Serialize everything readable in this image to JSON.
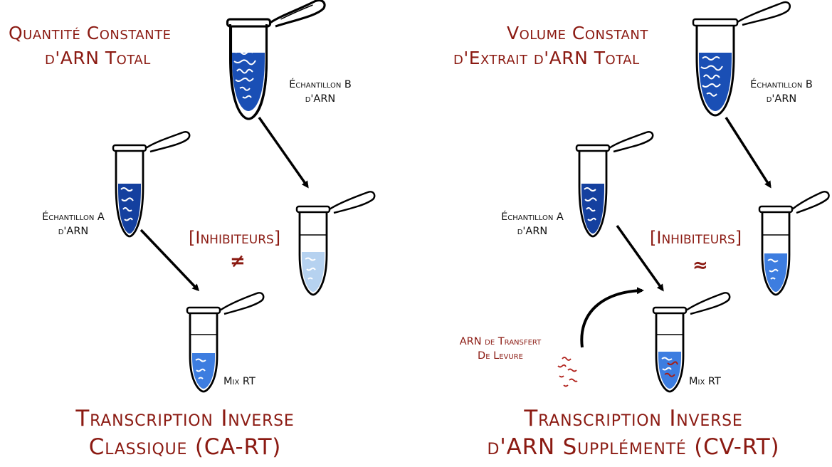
{
  "left": {
    "header_line1": "Quantité Constante",
    "header_line2": "d'ARN Total",
    "sample_b_line1": "Échantillon B",
    "sample_b_line2": "d'ARN",
    "sample_a_line1": "Échantillon A",
    "sample_a_line2": "d'ARN",
    "inhibitors": "[Inhibiteurs]",
    "relation": "≠",
    "mix": "Mix RT",
    "title_line1": "Transcription Inverse",
    "title_line2": "Classique (CA-RT)"
  },
  "right": {
    "header_line1": "Volume Constant",
    "header_line2": "d'Extrait d'ARN Total",
    "sample_b_line1": "Échantillon B",
    "sample_b_line2": "d'ARN",
    "sample_a_line1": "Échantillon A",
    "sample_a_line2": "d'ARN",
    "inhibitors": "[Inhibiteurs]",
    "relation": "≈",
    "trna_line1": "ARN de Transfert",
    "trna_line2": "De Levure",
    "mix": "Mix RT",
    "title_line1": "Transcription Inverse",
    "title_line2": "d'ARN Supplémenté (CV-RT)"
  },
  "colors": {
    "accent_red": "#8b1a12",
    "dark_blue": "#1244a8",
    "medium_blue": "#2f6fd6",
    "light_blue": "#a9c9ec",
    "trna_red": "#b0201a"
  }
}
